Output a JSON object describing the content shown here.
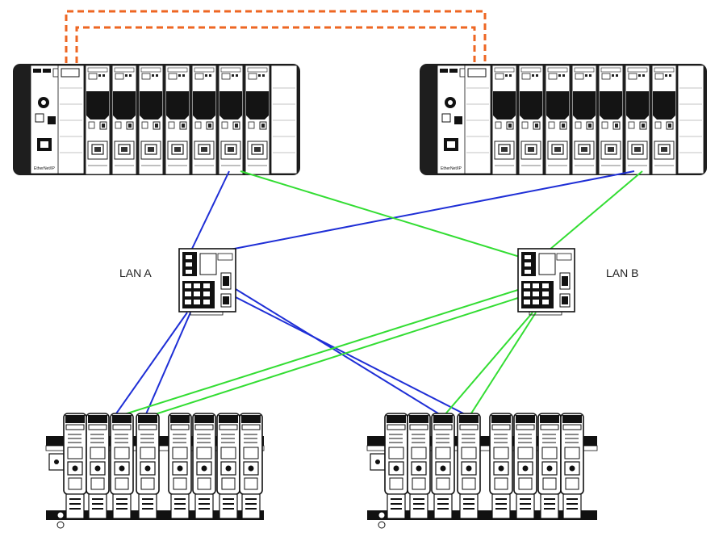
{
  "labels": {
    "lan_a": "LAN A",
    "lan_b": "LAN B"
  },
  "modules": {
    "ethernet_label": "EtherNet/IP"
  },
  "colors": {
    "lan_a": "#1f2fd6",
    "lan_b": "#33dd33",
    "redundancy_link": "#ee6622",
    "chassis": "#1e1e1e",
    "module_face": "#ffffff"
  }
}
